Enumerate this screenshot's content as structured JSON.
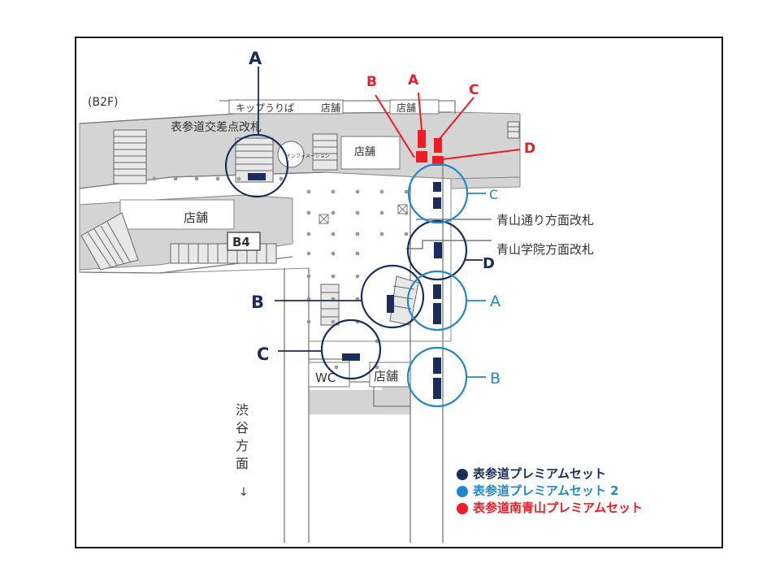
{
  "floor_label": "(B2F)",
  "gates": {
    "omotesando_crossing": "表参道交差点改札",
    "aoyama_dori": "青山通り方面改札",
    "aoyama_gakuin": "青山学院方面改札"
  },
  "labels": {
    "kippu": "キップうりば",
    "shop": "店舗",
    "info": "インフォメーション",
    "b4": "B4",
    "wc": "WC",
    "shibuya": "渋谷方面",
    "arrow": "↓"
  },
  "markers": {
    "navy": {
      "A": "A",
      "B": "B",
      "C": "C",
      "D": "D"
    },
    "blue": {
      "A": "A",
      "B": "B",
      "C": "C"
    },
    "red": {
      "A": "A",
      "B": "B",
      "C": "C",
      "D": "D"
    }
  },
  "legend": [
    {
      "label": "表参道プレミアムセット",
      "color": "#1b2d5a"
    },
    {
      "label": "表参道プレミアムセット 2",
      "color": "#2188c9"
    },
    {
      "label": "表参道南青山プレミアムセット",
      "color": "#ee1c24"
    }
  ],
  "colors": {
    "navy": "#1b2d5a",
    "blue": "#2188c9",
    "red": "#ee1c24",
    "map_gray": "#d4d4d4",
    "line_gray": "#7a7a7a"
  }
}
